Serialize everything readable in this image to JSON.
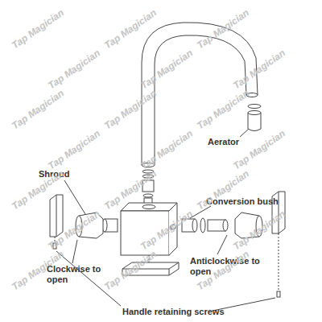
{
  "diagram": {
    "labels": [
      "Aerator",
      "Shroud",
      "Conversion bush",
      "Clockwise to open",
      "Anticlockwise to open",
      "Handle retaining screws",
      "Tap Magician",
      "Tap Magician",
      "Tap Magician",
      "Tap Magician",
      "Tap Magician",
      "Tap Magician",
      "Tap Magician",
      "Tap Magician",
      "Tap Magician",
      "Tap Magician",
      "Tap Magician",
      "Tap Magician",
      "Tap Magician",
      "Tap Magician",
      "Tap Magician",
      "Tap Magician",
      "Tap Magician",
      "Tap Magician",
      "Tap Magician",
      "Tap Magician",
      "Tap Magician"
    ]
  }
}
